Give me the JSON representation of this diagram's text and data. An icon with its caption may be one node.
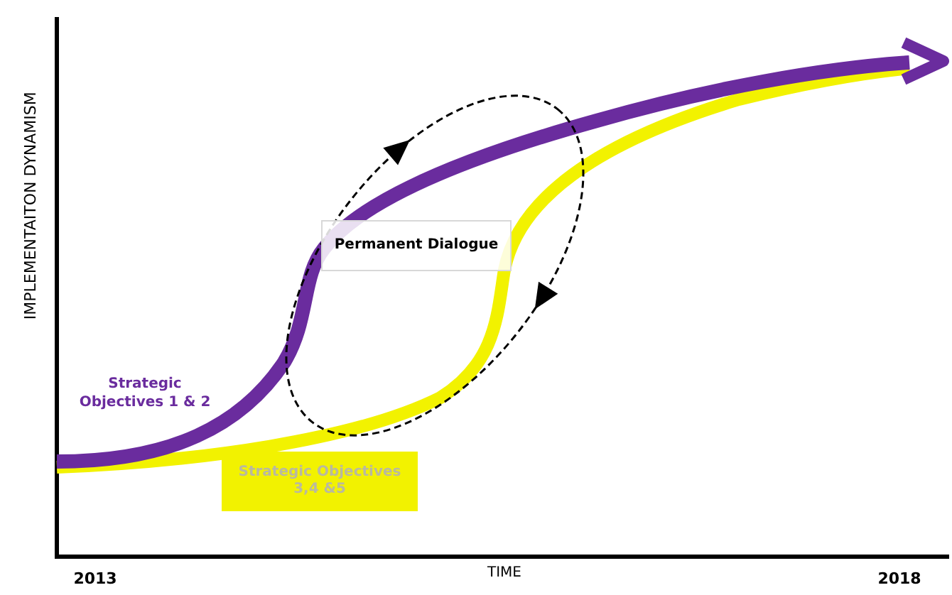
{
  "diagram": {
    "nodes": [
      {
        "text": [
          "Permanent Dialogue"
        ]
      },
      {
        "text": [
          "Strategic Objectives 3,4 &5"
        ]
      }
    ],
    "labels": [
      "IMPLEMENTAITON DYNAMISM",
      "Strategic Objectives 1 & 2",
      "2013",
      "TIME",
      "2018"
    ]
  }
}
